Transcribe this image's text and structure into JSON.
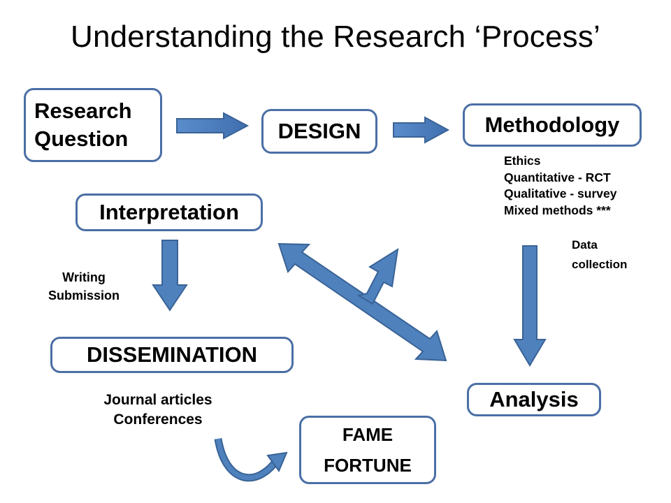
{
  "title": "Understanding the Research ‘Process’",
  "nodes": {
    "research_question": [
      "Research",
      "Question"
    ],
    "design": "DESIGN",
    "methodology": "Methodology",
    "interpretation": "Interpretation",
    "dissemination": "DISSEMINATION",
    "analysis": "Analysis",
    "fame_fortune": [
      "FAME",
      "FORTUNE"
    ]
  },
  "notes": {
    "methodology_items": [
      "Ethics",
      "Quantitative - RCT",
      "Qualitative - survey",
      "Mixed methods ***"
    ],
    "data_collection": [
      "Data",
      "collection"
    ],
    "writing": [
      "Writing",
      "Submission"
    ],
    "outputs": [
      "Journal articles",
      "Conferences"
    ]
  },
  "colors": {
    "arrow_fill": "#4f81bd",
    "arrow_stroke": "#3a6396",
    "box_border": "#4a6fa5"
  }
}
